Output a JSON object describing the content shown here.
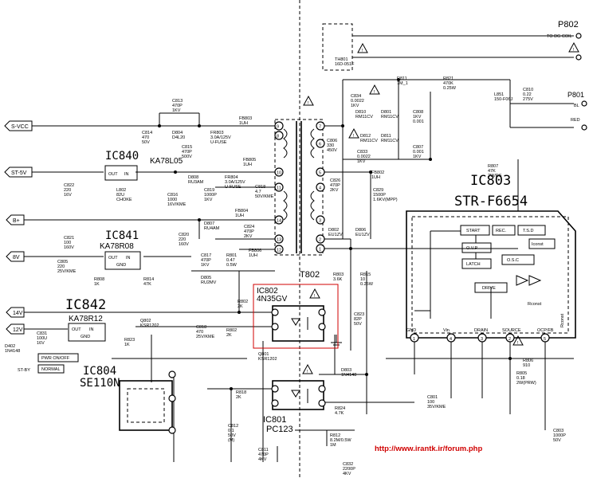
{
  "connectors": {
    "p802": {
      "ref": "P802",
      "desc": "TO DG COIL"
    },
    "p801": {
      "ref": "P801",
      "pins": [
        "BL",
        "RED"
      ]
    }
  },
  "rails": [
    "S-VCC",
    "ST-5V",
    "B+",
    "8V",
    "14V",
    "12V"
  ],
  "ics": {
    "ic840": {
      "ref": "IC840",
      "part": "KA78L05",
      "pins": [
        "OUT",
        "IN"
      ]
    },
    "ic841": {
      "ref": "IC841",
      "part": "KA78R08",
      "pins": [
        "OUT",
        "IN",
        "GND"
      ]
    },
    "ic842": {
      "ref": "IC842",
      "part": "KA78R12",
      "pins": [
        "OUT",
        "IN",
        "GND"
      ]
    },
    "ic803": {
      "ref": "IC803",
      "part": "STR-F6654",
      "blocks": [
        "START",
        "REC.",
        "T.S.D",
        "O.V.P",
        "Iconst",
        "LATCH",
        "O.S.C",
        "DRIVE",
        "Rconst"
      ],
      "pins": [
        "GND",
        "Vin",
        "DRAIN",
        "SOURCE",
        "OCP/FB"
      ],
      "pin_numbers": [
        "1",
        "4",
        "3",
        "2",
        "5"
      ]
    },
    "ic802": {
      "ref": "IC802",
      "part": "4N35GV"
    },
    "ic801": {
      "ref": "IC801",
      "part": "PC123"
    },
    "ic804": {
      "ref": "IC804",
      "part": "SE110N"
    }
  },
  "transformer": {
    "ref": "T802",
    "left_pins": [
      "9",
      "8",
      "10",
      "11",
      "14",
      "13",
      "12"
    ],
    "right_pins": [
      "7",
      "6",
      "5",
      "4",
      "3",
      "2",
      "1"
    ]
  },
  "components": [
    {
      "ref": "C813",
      "lines": [
        "470P",
        "1KV"
      ]
    },
    {
      "ref": "C814",
      "lines": [
        "470",
        "50V"
      ]
    },
    {
      "ref": "D804",
      "lines": [
        "D4L20"
      ]
    },
    {
      "ref": "FB803",
      "lines": [
        "1UH"
      ]
    },
    {
      "ref": "FR803",
      "lines": [
        "3.0A/125V",
        "U-FUSE"
      ]
    },
    {
      "ref": "C815",
      "lines": [
        "470P",
        "500V"
      ]
    },
    {
      "ref": "D808",
      "lines": [
        "RU3AM"
      ]
    },
    {
      "ref": "FR804",
      "lines": [
        "3.0A/125V",
        "U-FUSE"
      ]
    },
    {
      "ref": "FB805",
      "lines": [
        "1UH"
      ]
    },
    {
      "ref": "C816",
      "lines": [
        "1000",
        "16V/KME"
      ]
    },
    {
      "ref": "C819",
      "lines": [
        "1000P",
        "1KV"
      ]
    },
    {
      "ref": "C818",
      "lines": [
        "4.7",
        "50V/KME"
      ]
    },
    {
      "ref": "FB804",
      "lines": [
        "1UH"
      ]
    },
    {
      "ref": "C822",
      "lines": [
        "220",
        "16V"
      ]
    },
    {
      "ref": "L802",
      "lines": [
        "82U",
        "CHOKE"
      ]
    },
    {
      "ref": "C821",
      "lines": [
        "100",
        "160V"
      ]
    },
    {
      "ref": "D807",
      "lines": [
        "RU4AM"
      ]
    },
    {
      "ref": "C820",
      "lines": [
        "220",
        "160V"
      ]
    },
    {
      "ref": "C824",
      "lines": [
        "470P",
        "2KV"
      ]
    },
    {
      "ref": "C817",
      "lines": [
        "470P",
        "1KV"
      ]
    },
    {
      "ref": "R801",
      "lines": [
        "0.47",
        "0.5W"
      ]
    },
    {
      "ref": "FB806",
      "lines": [
        "1UH"
      ]
    },
    {
      "ref": "C805",
      "lines": [
        "220",
        "25V/KME"
      ]
    },
    {
      "ref": "D805",
      "lines": [
        "RU2MV"
      ]
    },
    {
      "ref": "R808",
      "lines": [
        "1K"
      ]
    },
    {
      "ref": "R814",
      "lines": [
        "47K"
      ]
    },
    {
      "ref": "R802",
      "lines": [
        "2K"
      ]
    },
    {
      "ref": "Q802",
      "lines": [
        "KSR1202"
      ]
    },
    {
      "ref": "C831",
      "lines": [
        "100U",
        "16V"
      ]
    },
    {
      "ref": "R823",
      "lines": [
        "1K"
      ]
    },
    {
      "ref": "D402",
      "lines": [
        "1N4148"
      ]
    },
    {
      "ref": "C818B",
      "lines": [
        "470",
        "25V/KME"
      ]
    },
    {
      "ref": "R802B",
      "lines": [
        "2K"
      ]
    },
    {
      "ref": "Q801",
      "lines": [
        "KSR1202"
      ]
    },
    {
      "ref": "TH801",
      "lines": [
        "16D-051F"
      ]
    },
    {
      "ref": "R811",
      "lines": [
        "7M_1"
      ]
    },
    {
      "ref": "C834",
      "lines": [
        "0.0022",
        "1KV"
      ]
    },
    {
      "ref": "R821",
      "lines": [
        "470K",
        "0.25W"
      ]
    },
    {
      "ref": "L851",
      "lines": [
        "150-F06J"
      ]
    },
    {
      "ref": "C810",
      "lines": [
        "0.22",
        "275V"
      ]
    },
    {
      "ref": "D810",
      "lines": [
        "RM11CV"
      ]
    },
    {
      "ref": "D801",
      "lines": [
        "RM11CV"
      ]
    },
    {
      "ref": "C808",
      "lines": [
        "1KV",
        "0.001"
      ]
    },
    {
      "ref": "C806",
      "lines": [
        "330",
        "450V"
      ]
    },
    {
      "ref": "D812",
      "lines": [
        "RM11CV"
      ]
    },
    {
      "ref": "D811",
      "lines": [
        "RM11CV"
      ]
    },
    {
      "ref": "C807",
      "lines": [
        "0.001",
        "1KV"
      ]
    },
    {
      "ref": "C833",
      "lines": [
        "0.0022",
        "1KV"
      ]
    },
    {
      "ref": "FB802",
      "lines": [
        "1UH"
      ]
    },
    {
      "ref": "C826",
      "lines": [
        "470P",
        "2KV"
      ]
    },
    {
      "ref": "R807",
      "lines": [
        "47K",
        "2W/RS"
      ]
    },
    {
      "ref": "C829",
      "lines": [
        "1500P",
        "1.6KV(MPP)"
      ]
    },
    {
      "ref": "D802",
      "lines": [
        "EU1ZV"
      ]
    },
    {
      "ref": "D806",
      "lines": [
        "EU1ZV"
      ]
    },
    {
      "ref": "R803",
      "lines": [
        "3.6K"
      ]
    },
    {
      "ref": "R815",
      "lines": [
        "10",
        "0.25W"
      ]
    },
    {
      "ref": "C823",
      "lines": [
        "82P",
        "50V"
      ]
    },
    {
      "ref": "R806",
      "lines": [
        "910"
      ]
    },
    {
      "ref": "R805",
      "lines": [
        "0.18",
        "2W(PRW)"
      ]
    },
    {
      "ref": "D803",
      "lines": [
        "1N4148"
      ]
    },
    {
      "ref": "C801",
      "lines": [
        "100",
        "35V/KME"
      ]
    },
    {
      "ref": "R818",
      "lines": [
        "2K"
      ]
    },
    {
      "ref": "R824",
      "lines": [
        "4.7K"
      ]
    },
    {
      "ref": "C812",
      "lines": [
        "0.1",
        "50V",
        "(M)"
      ]
    },
    {
      "ref": "R812",
      "lines": [
        "8.2M/0.5W",
        "1M"
      ]
    },
    {
      "ref": "C811",
      "lines": [
        "470P",
        "4KV"
      ]
    },
    {
      "ref": "C832",
      "lines": [
        "2200P",
        "4KV"
      ]
    },
    {
      "ref": "C803",
      "lines": [
        "1000P",
        "50V"
      ]
    }
  ],
  "misc": {
    "pwr_on_off": "PWR ON/OFF",
    "st_by": "ST-BY",
    "normal": "NORMAL"
  },
  "watermark": "http://www.irantk.ir/forum.php"
}
